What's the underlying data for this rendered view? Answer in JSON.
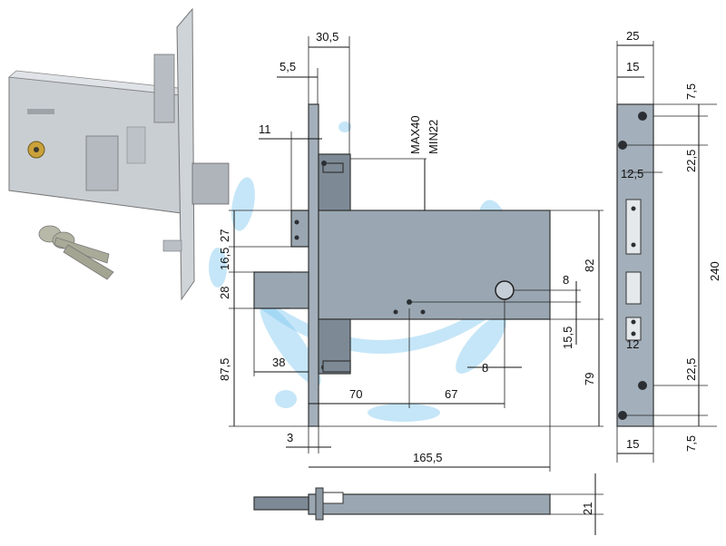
{
  "dimensions": {
    "top_30_5": "30,5",
    "top_5_5": "5,5",
    "left_11": "11",
    "max40": "MAX40",
    "min22": "MIN22",
    "left_27": "27",
    "left_16_5": "16,5",
    "left_28": "28",
    "left_87_5": "87,5",
    "bolt_38": "38",
    "bottom_3": "3",
    "mid_70": "70",
    "mid_67": "67",
    "total_165_5": "165,5",
    "right_82": "82",
    "right_8": "8",
    "right_15_5": "15,5",
    "right_79": "79",
    "dia_8": "8",
    "plate_25": "25",
    "plate_15_top": "15",
    "plate_7_5_top": "7,5",
    "plate_22_5_top": "22,5",
    "plate_12_5": "12,5",
    "plate_240": "240",
    "plate_12": "12",
    "plate_22_5_bottom": "22,5",
    "plate_7_5_bottom": "7,5",
    "plate_15_bottom": "15",
    "depth_21": "21"
  },
  "colors": {
    "metal": "#9aa7b2",
    "metal_dark": "#7d8a96",
    "line": "#111111",
    "watermark": "#7ec8f0"
  }
}
